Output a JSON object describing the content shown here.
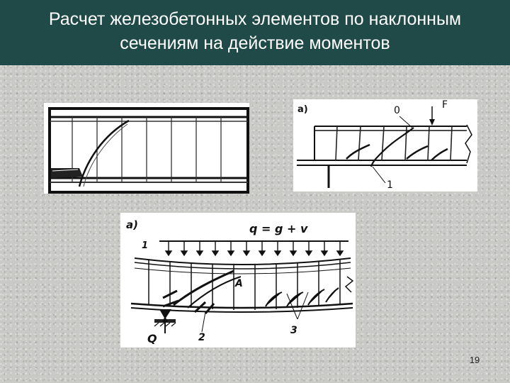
{
  "slide": {
    "title_line1": "Расчет железобетонных элементов  по наклонным",
    "title_line2": "сечениям на действие моментов",
    "page_number": "19",
    "colors": {
      "title_bar": "#1f4a48",
      "title_text": "#ffffff",
      "background": "#c9c9c6"
    }
  },
  "figure_top_right": {
    "panel_label": "а)",
    "label_section": "0",
    "label_force": "F",
    "label_crack": "1"
  },
  "figure_bottom": {
    "panel_label": "а)",
    "load_formula": "q = g + v",
    "label_1": "1",
    "label_A": "A",
    "label_reaction": "Q",
    "label_2": "2",
    "label_3": "3"
  }
}
